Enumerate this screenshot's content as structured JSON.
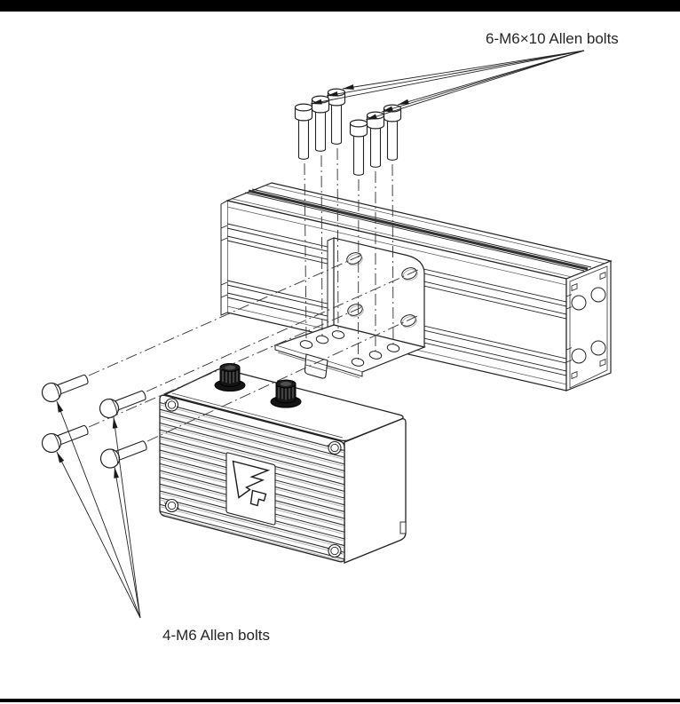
{
  "figure": {
    "type": "exploded-assembly-drawing",
    "colors": {
      "background": "#ffffff",
      "line": "#222222",
      "header_bar": "#000000",
      "footer_rule": "#000000",
      "connector_fill": "#111111"
    },
    "annotations": {
      "top_bolts": {
        "label": "6-M6×10 Allen bolts"
      },
      "side_bolts": {
        "label": "4-M6 Allen bolts"
      }
    },
    "parts": [
      {
        "id": "aluminum-extrusion"
      },
      {
        "id": "mounting-bracket"
      },
      {
        "id": "control-box"
      },
      {
        "id": "m6x10-allen-bolts"
      },
      {
        "id": "m6-allen-bolts"
      }
    ]
  }
}
